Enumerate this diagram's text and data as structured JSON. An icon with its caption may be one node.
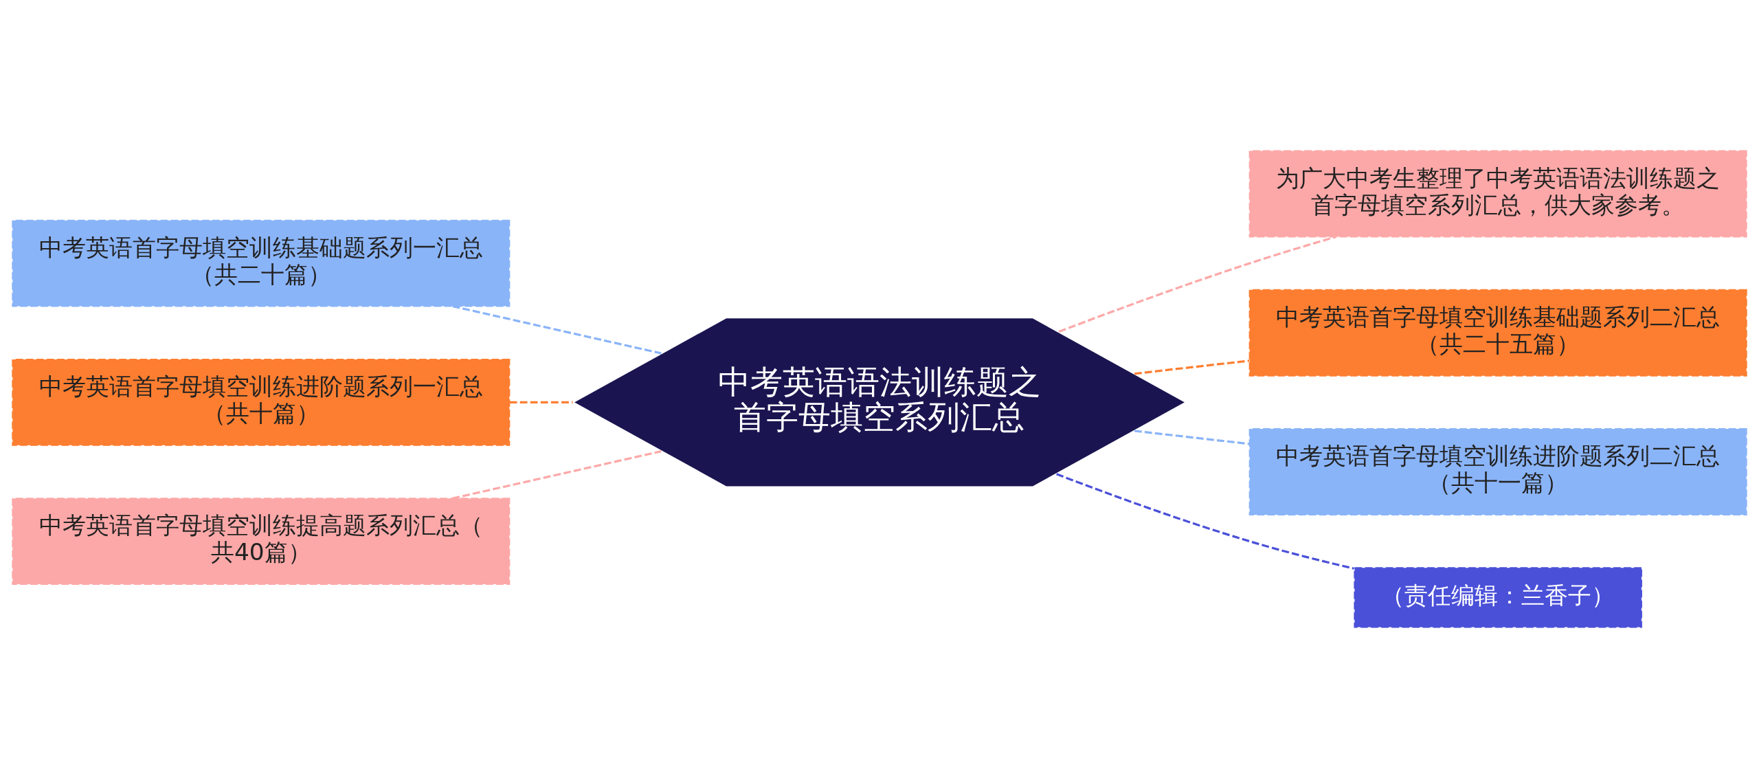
{
  "diagram": {
    "nodes": [
      {
        "text": [
          "中考英语语法训练题之首字母填空系列汇总"
        ]
      },
      {
        "text": [
          "中考英语首字母填空训练基础题系列一汇总（共二十篇）"
        ]
      },
      {
        "text": [
          "中考英语首字母填空训练进阶题系列一汇总（共十篇）"
        ]
      },
      {
        "text": [
          "中考英语首字母填空训练提高题系列汇总（共40篇）"
        ]
      },
      {
        "text": [
          "为广大中考生整理了中考英语语法训练题之首字母填空系列汇总，供大家参考。"
        ]
      },
      {
        "text": [
          "中考英语首字母填空训练基础题系列二汇总（共二十五篇）"
        ]
      },
      {
        "text": [
          "中考英语首字母填空训练进阶题系列二汇总（共十一篇）"
        ]
      },
      {
        "text": [
          "（责任编辑：兰香子）"
        ]
      }
    ],
    "edges": [
      {
        "from": 0,
        "to": 1,
        "arrow": "none",
        "style": "dashed",
        "color": "#8ab4f8"
      },
      {
        "from": 0,
        "to": 2,
        "arrow": "none",
        "style": "dashed",
        "color": "#fd7e30"
      },
      {
        "from": 0,
        "to": 3,
        "arrow": "none",
        "style": "dashed",
        "color": "#fda8a8"
      },
      {
        "from": 0,
        "to": 4,
        "arrow": "none",
        "style": "dashed",
        "color": "#fda8a8"
      },
      {
        "from": 0,
        "to": 5,
        "arrow": "none",
        "style": "dashed",
        "color": "#fd7e30"
      },
      {
        "from": 0,
        "to": 6,
        "arrow": "none",
        "style": "dashed",
        "color": "#8ab4f8"
      },
      {
        "from": 0,
        "to": 7,
        "arrow": "none",
        "style": "dashed",
        "color": "#4a50d8"
      }
    ]
  }
}
